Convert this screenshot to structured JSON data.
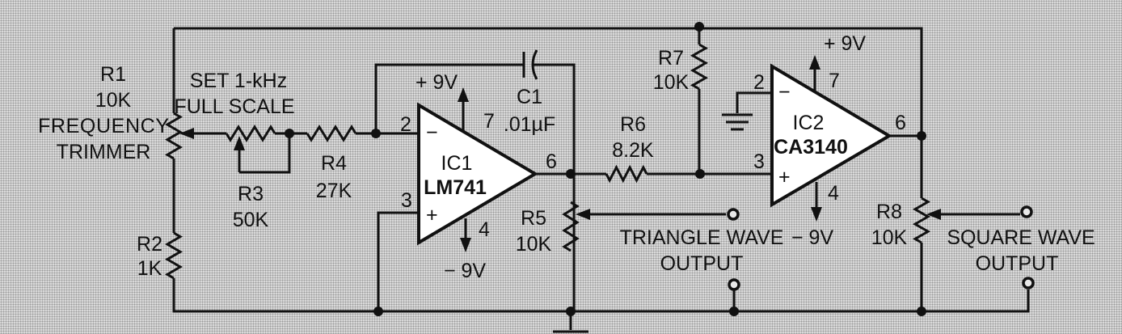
{
  "title": "Triangle / Square Wave Generator",
  "components": {
    "R1": {
      "name": "R1",
      "value": "10K",
      "note1": "FREQUENCY",
      "note2": "TRIMMER"
    },
    "R2": {
      "name": "R2",
      "value": "1K"
    },
    "R3": {
      "name": "R3",
      "value": "50K",
      "note1": "SET 1-kHz",
      "note2": "FULL SCALE"
    },
    "R4": {
      "name": "R4",
      "value": "27K"
    },
    "R5": {
      "name": "R5",
      "value": "10K"
    },
    "R6": {
      "name": "R6",
      "value": "8.2K"
    },
    "R7": {
      "name": "R7",
      "value": "10K"
    },
    "R8": {
      "name": "R8",
      "value": "10K"
    },
    "C1": {
      "name": "C1",
      "value": ".01µF"
    },
    "IC1": {
      "name": "IC1",
      "part": "LM741",
      "pin_inv": "2",
      "pin_noninv": "3",
      "pin_out": "6",
      "pin_vpos": "7",
      "pin_vneg": "4",
      "inv_sign": "−",
      "noninv_sign": "+",
      "vpos": "+ 9V",
      "vneg": "− 9V"
    },
    "IC2": {
      "name": "IC2",
      "part": "CA3140",
      "pin_inv": "2",
      "pin_noninv": "3",
      "pin_out": "6",
      "pin_vpos": "7",
      "pin_vneg": "4",
      "inv_sign": "−",
      "noninv_sign": "+",
      "vpos": "+ 9V",
      "vneg": "− 9V"
    }
  },
  "outputs": {
    "triangle": {
      "line1": "TRIANGLE WAVE",
      "line2": "OUTPUT"
    },
    "square": {
      "line1": "SQUARE WAVE",
      "line2": "OUTPUT"
    }
  }
}
